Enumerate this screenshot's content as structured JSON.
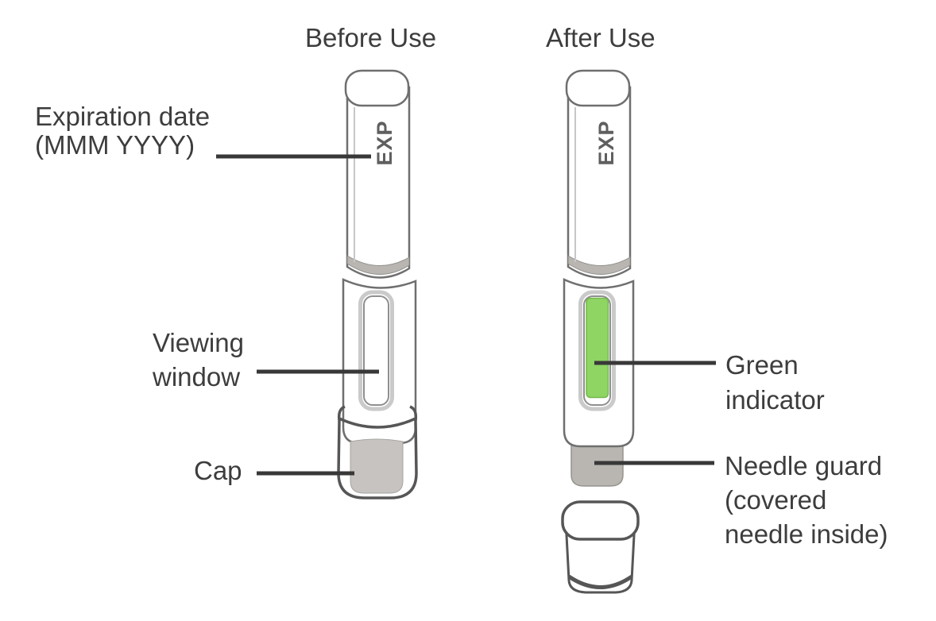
{
  "titles": {
    "before": "Before Use",
    "after": "After Use"
  },
  "labels": {
    "expiration": {
      "line1": "Expiration date",
      "line2": "(MMM YYYY)"
    },
    "viewing": {
      "line1": "Viewing",
      "line2": "window"
    },
    "cap": "Cap",
    "green": {
      "line1": "Green",
      "line2": "indicator"
    },
    "needle": {
      "line1": "Needle guard",
      "line2": "(covered",
      "line3": "needle inside)"
    }
  },
  "pens": {
    "before": {
      "exp_label": "EXP"
    },
    "after": {
      "exp_label": "EXP"
    }
  },
  "colors": {
    "green_indicator": "#8ed564",
    "green_indicator_edge": "#74b84c",
    "band_gray": "#b9b6b2",
    "cap_gray": "#c6c3c0",
    "needle_guard_gray": "#b9b6b2",
    "outline_gray": "#6f6f6f",
    "cap_outline": "#565656",
    "leader_line": "#383838",
    "text": "#3d3d3d",
    "background": "#ffffff"
  }
}
